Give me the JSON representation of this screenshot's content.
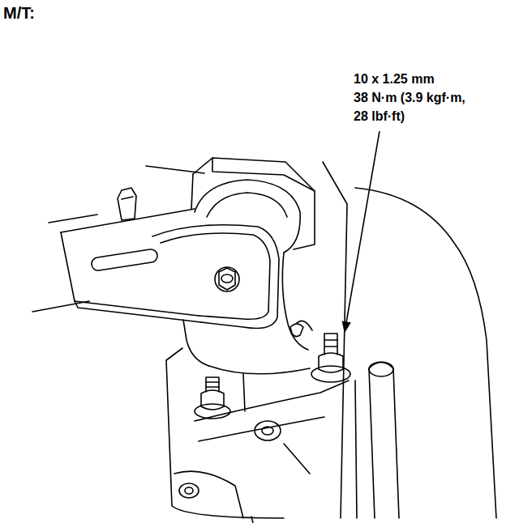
{
  "diagram": {
    "title": "M/T:",
    "labels": [
      "10 x 1.25 mm",
      "38 N·m (3.9 kgf·m,",
      "28 lbf·ft)"
    ]
  }
}
